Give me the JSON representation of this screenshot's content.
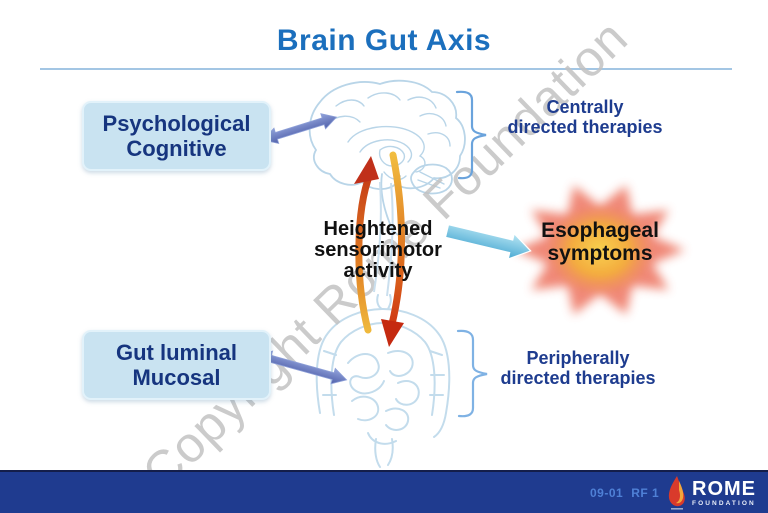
{
  "slide": {
    "title": "Brain Gut Axis",
    "watermark": "Copyright Rome Foundation"
  },
  "boxes": {
    "psychological": {
      "lines": [
        "Psychological",
        "Cognitive"
      ]
    },
    "gut_luminal": {
      "lines": [
        "Gut luminal",
        "Mucosal"
      ]
    }
  },
  "center_label": {
    "lines": [
      "Heightened",
      "sensorimotor",
      "activity"
    ]
  },
  "starburst_label": {
    "lines": [
      "Esophageal",
      "symptoms"
    ]
  },
  "therapy_labels": {
    "central": {
      "lines": [
        "Centrally",
        "directed therapies"
      ]
    },
    "peripheral": {
      "lines": [
        "Peripherally",
        "directed therapies"
      ]
    }
  },
  "icons": {
    "brain": "brain-sketch-icon",
    "gut": "intestines-sketch-icon",
    "up_arrow": "ascending-signal-arrow-icon",
    "down_arrow": "descending-signal-arrow-icon",
    "cyan_arrow": "symptom-arrow-icon",
    "double_arrows": "bidirectional-arrow-icon",
    "brackets": "brace-icon",
    "flame": "rome-flame-icon"
  },
  "colors": {
    "title_blue": "#1b6fbd",
    "navy_text": "#16357f",
    "therapy_text": "#1e3c8f",
    "box_fill": "#c9e3f1",
    "rule_blue": "#a3c6e4",
    "sketch_blue": "#b9d5e8",
    "bracket_blue": "#6aa3dc",
    "arrow_slate_blue": "#5e70b8",
    "arrow_cyan": "#49a8d2",
    "arrow_red": "#c52a10",
    "arrow_yellow": "#f2c041",
    "starburst_red": "#ec6a55",
    "starburst_yellow": "#f8d14e",
    "footer_bar": "#1f3b8f",
    "footer_text_blue": "#4f80d6",
    "watermark_gray": "#c2c2c2"
  },
  "footer": {
    "slide_code": "09-01",
    "slide_ref": "RF 1",
    "logo_title": "ROME",
    "logo_subtitle": "FOUNDATION"
  }
}
